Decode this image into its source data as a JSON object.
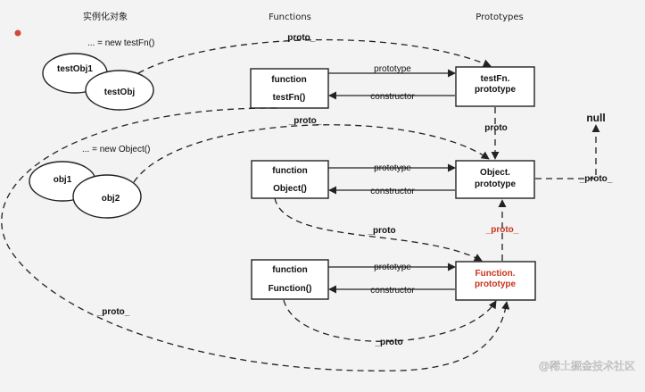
{
  "headers": {
    "instances": "实例化对象",
    "functions": "Functions",
    "prototypes": "Prototypes"
  },
  "instances": {
    "testfn_new": "... = new testFn()",
    "object_new": "... = new Object()",
    "testObj1": "testObj1",
    "testObj": "testObj",
    "obj1": "obj1",
    "obj2": "obj2"
  },
  "functions": {
    "testfn": [
      "function",
      "testFn()"
    ],
    "object": [
      "function",
      "Object()"
    ],
    "function": [
      "function",
      "Function()"
    ]
  },
  "prototypes": {
    "testfn": [
      "testFn.",
      "prototype"
    ],
    "object": [
      "Object.",
      "prototype"
    ],
    "function": [
      "Function.",
      "prototype"
    ]
  },
  "labels": {
    "prototype": "prototype",
    "constructor": "constructor",
    "proto_top": "_proto_",
    "proto_mid": "_proto_",
    "proto_testfn": "proto",
    "proto_object_null": "_proto_",
    "proto_object_fn": "_proto",
    "proto_function_red": "_proto_",
    "proto_function_self": "_proto",
    "proto_left": "_proto_",
    "null": "null"
  },
  "watermark": "@稀土掘金技术社区",
  "colors": {
    "accent_red": "#c9331f",
    "line": "#222222"
  }
}
